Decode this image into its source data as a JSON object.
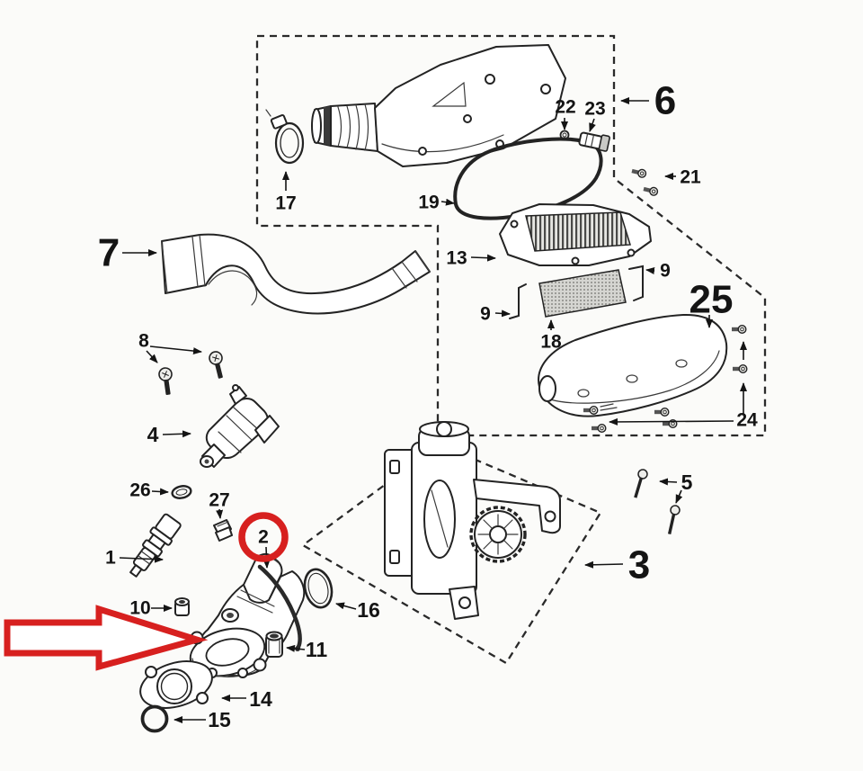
{
  "colors": {
    "accent_red": "#d7201f",
    "ink": "#1c1c1c",
    "paper": "#fbfbf9"
  },
  "callouts": {
    "c1": "1",
    "c2": "2",
    "c3": "3",
    "c4": "4",
    "c5": "5",
    "c6": "6",
    "c7": "7",
    "c8": "8",
    "c9a": "9",
    "c9b": "9",
    "c10": "10",
    "c11": "11",
    "c13": "13",
    "c14": "14",
    "c15": "15",
    "c16": "16",
    "c17": "17",
    "c18": "18",
    "c19": "19",
    "c21": "21",
    "c22": "22",
    "c23": "23",
    "c24": "24",
    "c25": "25",
    "c26": "26",
    "c27": "27"
  }
}
